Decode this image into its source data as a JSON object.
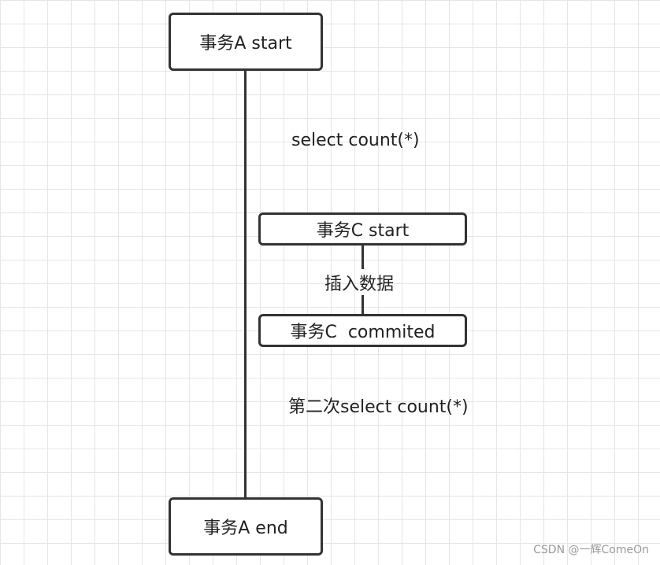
{
  "nodes": {
    "transaction_a_start": "事务A start",
    "transaction_c_start": "事务C start",
    "transaction_c_committed": "事务C  commited",
    "transaction_a_end": "事务A end"
  },
  "labels": {
    "first_select": "select count(*)",
    "insert_data": "插入数据",
    "second_select": "第二次select count(*)"
  },
  "watermark": "CSDN @一辉ComeOn",
  "colors": {
    "border": "#333333",
    "grid": "#e6e6e6",
    "text": "#222222",
    "watermark": "#9a9a9a"
  }
}
